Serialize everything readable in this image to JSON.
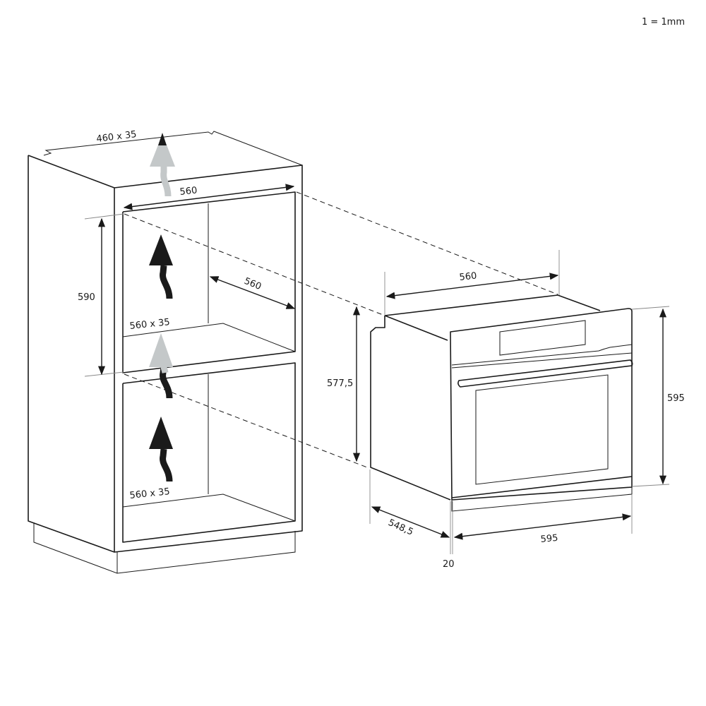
{
  "scale_note": "1 = 1mm",
  "cabinet": {
    "top_vent": "460 x 35",
    "niche_width": "560",
    "niche_height": "590",
    "niche_depth": "560",
    "middle_vent": "560 x 35",
    "bottom_vent": "560 x 35"
  },
  "oven": {
    "top_width": "560",
    "body_height": "577,5",
    "front_height": "595",
    "depth": "548,5",
    "front_width": "595",
    "front_thickness": "20"
  },
  "colors": {
    "line": "#1a1a1a",
    "vent_arrow_dark": "#1a1a1a",
    "vent_arrow_light": "#c4c8c9"
  }
}
